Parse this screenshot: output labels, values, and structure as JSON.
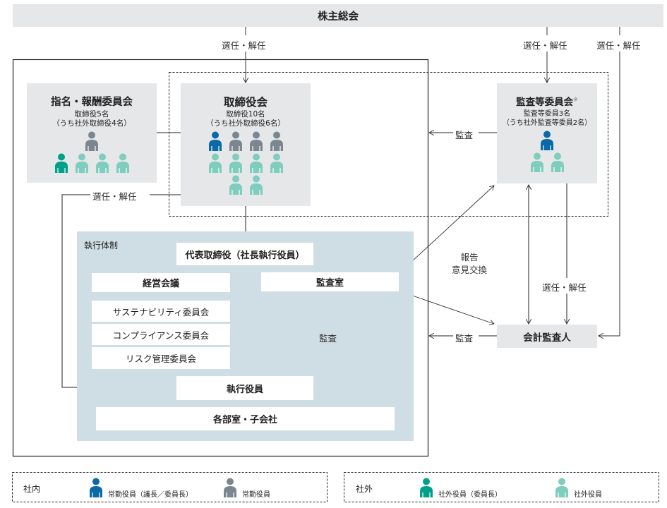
{
  "shareholders": {
    "label": "株主総会"
  },
  "flow_labels": {
    "appoint_board": "選任・解任",
    "appoint_audit_committee": "選任・解任",
    "appoint_auditor_from_shareholders": "選任・解任",
    "appoint_executives": "選任・解任",
    "appoint_auditor_from_committee": "選任・解任",
    "audit_board": "監査",
    "audit_execution": "監査",
    "audit_auditor": "監査",
    "report_line1": "報告",
    "report_line2": "意見交換"
  },
  "nomination_committee": {
    "title": "指名・報酬委員会",
    "count": "取締役5名",
    "detail": "（うち社外取締役4名）",
    "members": [
      [
        "standing"
      ],
      [
        "outside_chair",
        "outside",
        "outside",
        "outside"
      ]
    ]
  },
  "board": {
    "title": "取締役会",
    "count": "取締役10名",
    "detail": "（うち社外取締役6名）",
    "members": [
      [
        "standing_chair",
        "standing",
        "standing",
        "standing"
      ],
      [
        "outside",
        "outside",
        "outside",
        "outside"
      ],
      [
        "outside",
        "outside"
      ]
    ]
  },
  "audit_committee": {
    "title": "監査等委員会",
    "mark": "※",
    "count": "監査等委員3名",
    "detail": "（うち社外監査等委員2名）",
    "members": [
      [
        "standing_chair"
      ],
      [
        "outside",
        "outside"
      ]
    ]
  },
  "execution": {
    "label": "執行体制",
    "ceo": "代表取締役（社長執行役員）",
    "management_meeting": "経営会議",
    "audit_office": "監査室",
    "committees": [
      "サステナビリティ委員会",
      "コンプライアンス委員会",
      "リスク管理委員会"
    ],
    "executive_officers": "執行役員",
    "departments": "各部室・子会社"
  },
  "accounting_auditor": {
    "label": "会計監査人"
  },
  "legend": {
    "internal": {
      "label": "社内",
      "items": [
        {
          "type": "standing_chair",
          "label": "常勤役員（議長／委員長）"
        },
        {
          "type": "standing",
          "label": "常勤役員"
        }
      ]
    },
    "external": {
      "label": "社外",
      "items": [
        {
          "type": "outside_chair",
          "label": "社外役員（委員長）"
        },
        {
          "type": "outside",
          "label": "社外役員"
        }
      ]
    }
  },
  "colors": {
    "standing_chair": "#0a6aa8",
    "standing": "#7b8790",
    "outside_chair": "#00a08a",
    "outside": "#7fcdbd"
  }
}
